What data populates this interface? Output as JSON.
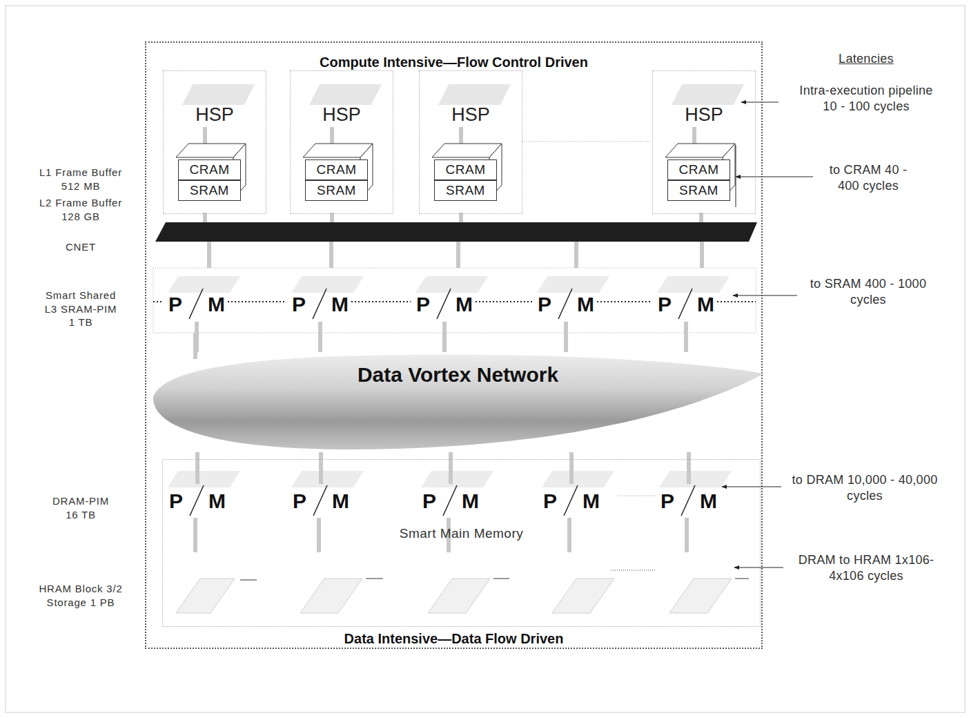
{
  "diagram": {
    "nodes": [
      {
        "text": [
          "Compute Intensive—Flow Control Driven",
          "Data Intensive—Data Flow Driven"
        ]
      },
      {
        "text": [
          "HSP"
        ],
        "in": 0
      },
      {
        "text": [
          "CRAM"
        ],
        "in": 1
      },
      {
        "text": [
          "SRAM"
        ],
        "in": 1
      },
      {
        "text": [
          "HSP"
        ],
        "in": 0
      },
      {
        "text": [
          "CRAM"
        ],
        "in": 4
      },
      {
        "text": [
          "SRAM"
        ],
        "in": 4
      },
      {
        "text": [
          "HSP"
        ],
        "in": 0
      },
      {
        "text": [
          "CRAM"
        ],
        "in": 7
      },
      {
        "text": [
          "SRAM"
        ],
        "in": 7
      },
      {
        "text": [
          "HSP"
        ],
        "in": 0
      },
      {
        "text": [
          "CRAM"
        ],
        "in": 10
      },
      {
        "text": [
          "SRAM"
        ],
        "in": 10
      },
      {
        "text": [
          "P",
          "M"
        ],
        "in": 0
      },
      {
        "text": [
          "P",
          "M"
        ],
        "in": 0
      },
      {
        "text": [
          "P",
          "M"
        ],
        "in": 0
      },
      {
        "text": [
          "P",
          "M"
        ],
        "in": 0
      },
      {
        "text": [
          "P",
          "M"
        ],
        "in": 0
      },
      {
        "text": [
          "Data Vortex Network"
        ],
        "in": 0
      },
      {
        "text": [
          "Smart Main Memory"
        ],
        "in": 0
      },
      {
        "text": [
          "P",
          "M"
        ],
        "in": 19
      },
      {
        "text": [
          "P",
          "M"
        ],
        "in": 19
      },
      {
        "text": [
          "P",
          "M"
        ],
        "in": 19
      },
      {
        "text": [
          "P",
          "M"
        ],
        "in": 19
      },
      {
        "text": [
          "P",
          "M"
        ],
        "in": 19
      }
    ],
    "edges": [
      {
        "from": 13,
        "to": 18,
        "arrow": "none"
      },
      {
        "from": 14,
        "to": 18,
        "arrow": "none"
      },
      {
        "from": 15,
        "to": 18,
        "arrow": "none"
      },
      {
        "from": 16,
        "to": 18,
        "arrow": "none"
      },
      {
        "from": 17,
        "to": 18,
        "arrow": "none"
      },
      {
        "from": 18,
        "to": 20,
        "arrow": "none"
      },
      {
        "from": 18,
        "to": 21,
        "arrow": "none"
      },
      {
        "from": 18,
        "to": 22,
        "arrow": "none"
      },
      {
        "from": 18,
        "to": 23,
        "arrow": "none"
      },
      {
        "from": 18,
        "to": 24,
        "arrow": "none"
      }
    ],
    "labels": [
      "L1 Frame Buffer 512 MB",
      "L2 Frame Buffer 128 GB",
      "CNET",
      "Smart Shared L3 SRAM-PIM 1 TB",
      "DRAM-PIM 16 TB",
      "HRAM Block 3/2 Storage 1 PB",
      "Latencies",
      "Intra-execution pipeline 10 - 100 cycles",
      "to CRAM 40 - 400 cycles",
      "to SRAM 400 - 1000 cycles",
      "to DRAM 10,000 - 40,000 cycles",
      "DRAM to HRAM 1x106-4x106 cycles"
    ]
  }
}
